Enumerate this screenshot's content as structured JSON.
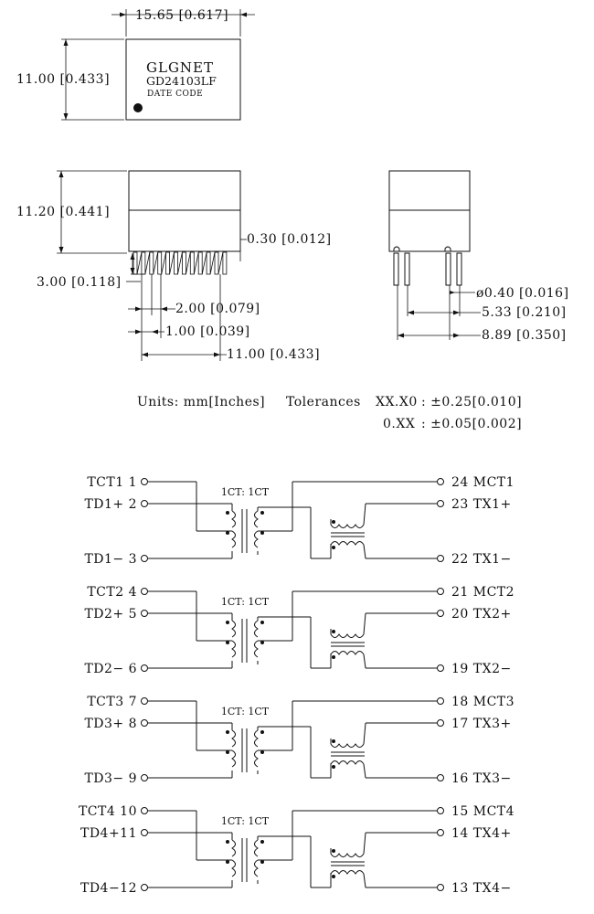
{
  "top_view": {
    "width_dim": "15.65 [0.617]",
    "height_dim": "11.00 [0.433]",
    "marking": {
      "brand": "GLGNET",
      "part": "GD24103LF",
      "code": "DATE CODE"
    }
  },
  "side_view": {
    "height_dim": "11.20 [0.441]",
    "lead_thickness": "0.30 [0.012]",
    "standoff": "3.00 [0.118]",
    "pitch_row": "2.00 [0.079]",
    "pitch": "1.00 [0.039]",
    "row_span": "11.00 [0.433]"
  },
  "end_view": {
    "pin_dia": "ø0.40 [0.016]",
    "row_spacing": "5.33 [0.210]",
    "outer_spacing": "8.89 [0.350]"
  },
  "notes": {
    "units_label": "Units: mm[Inches]",
    "tolerances_label": "Tolerances",
    "tol1_format": "XX.X0",
    "tol1_value": ": ±0.25[0.010]",
    "tol2_format": "0.XX",
    "tol2_value": ": ±0.05[0.002]"
  },
  "schematic": {
    "channels": [
      {
        "ratio": "1CT: 1CT",
        "left": [
          "TCT1  1",
          "TD1+  2",
          "TD1−  3"
        ],
        "right": [
          "24 MCT1",
          "23  TX1+",
          "22  TX1−"
        ]
      },
      {
        "ratio": "1CT: 1CT",
        "left": [
          "TCT2  4",
          "TD2+ 5",
          "TD2− 6"
        ],
        "right": [
          "21 MCT2",
          "20  TX2+",
          "19  TX2−"
        ]
      },
      {
        "ratio": "1CT: 1CT",
        "left": [
          "TCT3  7",
          "TD3+ 8",
          "TD3−  9"
        ],
        "right": [
          "18 MCT3",
          "17  TX3+",
          "16  TX3−"
        ]
      },
      {
        "ratio": "1CT: 1CT",
        "left": [
          "TCT4 10",
          "TD4+11",
          "TD4−12"
        ],
        "right": [
          "15 MCT4",
          "14  TX4+",
          "13  TX4−"
        ]
      }
    ]
  }
}
